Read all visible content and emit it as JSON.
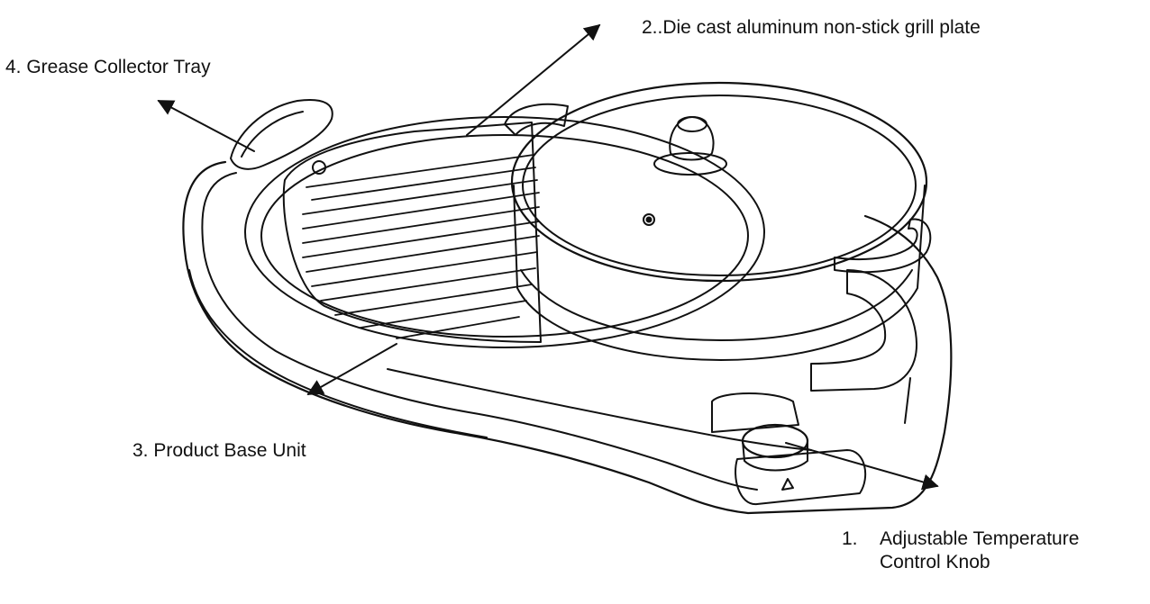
{
  "callouts": [
    {
      "id": "grill-plate",
      "text": "2..Die cast aluminum non-stick grill plate"
    },
    {
      "id": "grease-tray",
      "text": "4. Grease Collector Tray"
    },
    {
      "id": "base-unit",
      "text": "3. Product Base Unit"
    },
    {
      "id": "temp-knob",
      "number": "1.",
      "line1": "Adjustable Temperature",
      "line2": "Control Knob"
    }
  ],
  "colors": {
    "ink": "#111111",
    "background": "#ffffff"
  }
}
